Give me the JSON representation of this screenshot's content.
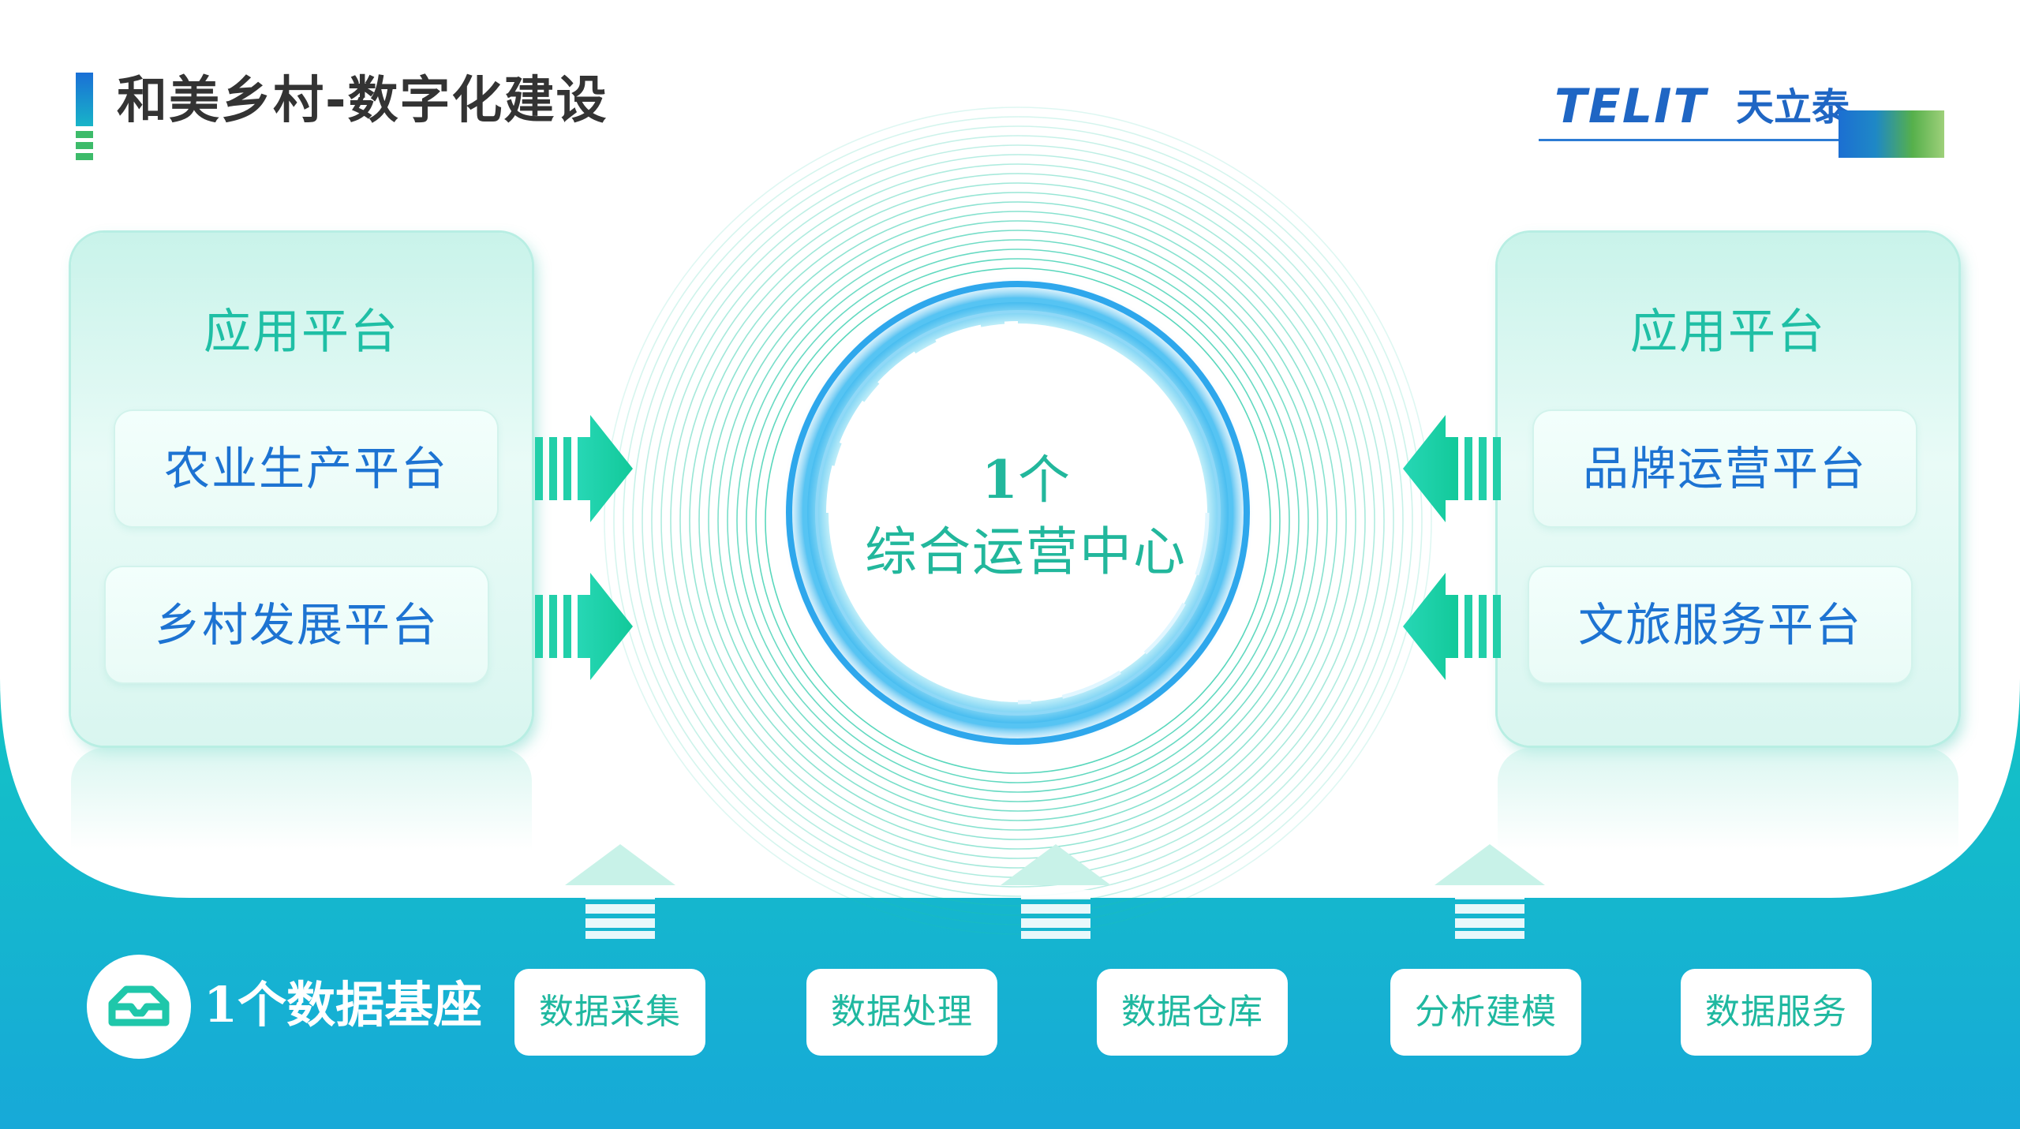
{
  "header": {
    "title": "和美乡村-数字化建设",
    "logo": {
      "latin": "TELIT",
      "chinese": "天立泰"
    }
  },
  "left_panel": {
    "title": "应用平台",
    "items": [
      "农业生产平台",
      "乡村发展平台"
    ]
  },
  "right_panel": {
    "title": "应用平台",
    "items": [
      "品牌运营平台",
      "文旅服务平台"
    ]
  },
  "center": {
    "count": "1",
    "count_unit": "个",
    "label": "综合运营中心"
  },
  "base": {
    "count": "1",
    "label": "个数据基座",
    "items": [
      "数据采集",
      "数据处理",
      "数据仓库",
      "分析建模",
      "数据服务"
    ]
  },
  "colors": {
    "teal": "#1fbfa5",
    "blue_text": "#1d73d2",
    "band_top": "#14d9b4",
    "band_bottom": "#17a9d8"
  },
  "icons": [
    "box-icon",
    "arrow-right-icon",
    "arrow-left-icon",
    "arrow-up-icon"
  ]
}
